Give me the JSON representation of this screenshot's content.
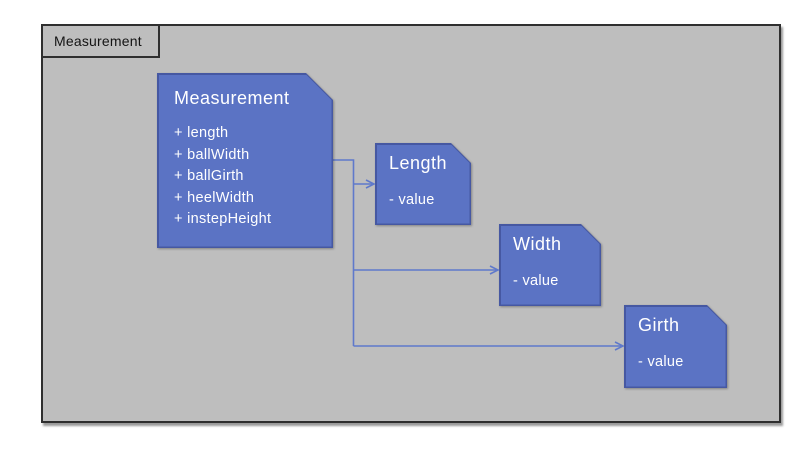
{
  "diagram": {
    "frame_title": "Measurement"
  },
  "colors": {
    "node_fill": "#5B73C4",
    "node_border": "#4658A2",
    "connector": "#5F79CB",
    "canvas_bg": "#BEBEBE",
    "frame_border": "#2F2F2F",
    "node_text": "#FFFFFF",
    "frame_text": "#141414",
    "page_bg": "#FFFFFF"
  },
  "nodes": [
    {
      "title": "Measurement",
      "attributes": [
        "+ length",
        "+ ballWidth",
        "+ ballGirth",
        "+ heelWidth",
        "+ instepHeight"
      ]
    },
    {
      "title": "Length",
      "attributes": [
        "- value"
      ]
    },
    {
      "title": "Width",
      "attributes": [
        "- value"
      ]
    },
    {
      "title": "Girth",
      "attributes": [
        "- value"
      ]
    }
  ],
  "connectors": [
    {
      "from": "Measurement",
      "to": "Length"
    },
    {
      "from": "Measurement",
      "to": "Width"
    },
    {
      "from": "Measurement",
      "to": "Girth"
    }
  ]
}
